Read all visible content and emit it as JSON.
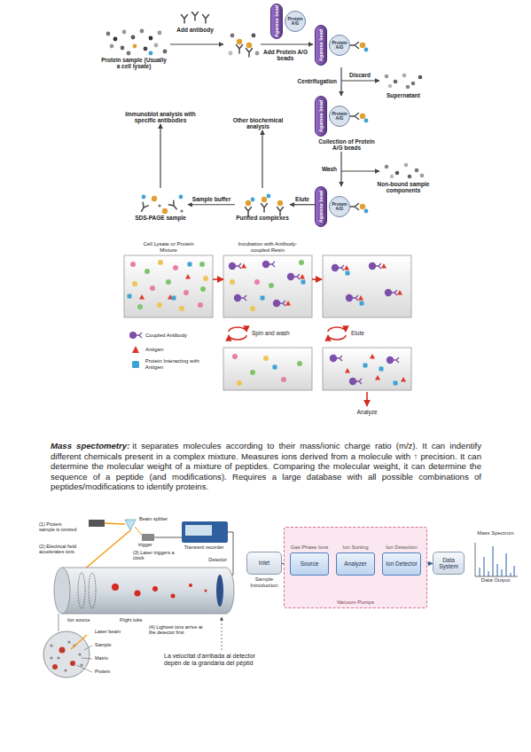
{
  "diagram": {
    "nodes": [
      {
        "text": [
          "Protein sample (Usually a cell lysate)"
        ]
      },
      {
        "text": [
          "Agarose bead",
          "Protein A/G"
        ]
      },
      {
        "text": [
          "Agarose bead",
          "Protein A/G"
        ]
      },
      {
        "text": [
          "Agarose bead",
          "Protein A/G",
          "Collection of Protein A/G beads"
        ]
      },
      {
        "text": [
          "Agarose bead",
          "Protein A/G"
        ]
      },
      {
        "text": [
          "Purified complexes"
        ]
      },
      {
        "text": [
          "SDS-PAGE sample"
        ]
      },
      {
        "text": [
          "Other biochemical analysis"
        ]
      },
      {
        "text": [
          "Immunoblot analysis with specific antibodies"
        ]
      },
      {
        "text": [
          "Cell Lysate or Protein Mixture"
        ]
      },
      {
        "text": [
          "Incubation with Antibody-coupled Resin"
        ]
      },
      {
        "text": [
          "Inlet",
          "Sample Introduction"
        ]
      },
      {
        "text": [
          "Vacuum Pumps"
        ]
      },
      {
        "text": [
          "Gas Phase Ions",
          "Source"
        ],
        "in": 12
      },
      {
        "text": [
          "Ion Sorting",
          "Analyzer"
        ],
        "in": 12
      },
      {
        "text": [
          "Ion Detection",
          "Ion Detector"
        ],
        "in": 12
      },
      {
        "text": [
          "Data System"
        ]
      },
      {
        "text": [
          "Mass Spectrum",
          "Data Output"
        ]
      }
    ],
    "edges": [
      {
        "from": 2,
        "to": 3,
        "arrow": "to",
        "label": "Centrifugation"
      },
      {
        "from": 3,
        "to": 4,
        "arrow": "to",
        "label": "Wash"
      },
      {
        "from": 4,
        "to": 5,
        "arrow": "to",
        "label": "Elute"
      },
      {
        "from": 5,
        "to": 6,
        "arrow": "to",
        "label": "Sample buffer"
      },
      {
        "from": 5,
        "to": 7,
        "arrow": "to"
      },
      {
        "from": 6,
        "to": 8,
        "arrow": "to"
      },
      {
        "from": 9,
        "to": 10,
        "arrow": "to"
      },
      {
        "from": 11,
        "to": 13,
        "arrow": "to"
      },
      {
        "from": 13,
        "to": 14,
        "arrow": "to"
      },
      {
        "from": 14,
        "to": 15,
        "arrow": "to"
      },
      {
        "from": 15,
        "to": 16,
        "arrow": "to"
      }
    ],
    "labels": [
      "Add antibody",
      "Add Protein A/G beads",
      "Discard",
      "Supernatant",
      "Non-bound sample components",
      "Spin and wash",
      "Elute",
      "Analyze",
      "Mass spectometry:",
      "it separates molecules according to their mass/ionic charge ratio (m/z). It can indentify different chemicals present in a complex mixture. Measures ions derived from a molecule with ↑ precision. It can determine the molecular weight of a mixture of peptides. Comparing the molecular weight, it can determine the sequence of a peptide (and modifications). Requires a large database with all possible combinations of peptides/modifications to identify proteins.",
      "(1) Protein sample is ionized",
      "Beam splitter",
      "trigger",
      "Transient recorder",
      "(3) Laser triggers a clock",
      "(2) Electrical field accelerates ions",
      "Ion source",
      "Flight tube",
      "(4) Lightest ions arrive at the detector first",
      "Detector",
      "Laser beam",
      "Sample",
      "Matrix",
      "Protein",
      "La velocitat d'arribada al detector depèn de la grandària del pèptid"
    ],
    "legend": [
      {
        "text": "Coupled Antibody"
      },
      {
        "text": "Antigen"
      },
      {
        "text": "Protein Interacting with Antigen"
      }
    ]
  }
}
